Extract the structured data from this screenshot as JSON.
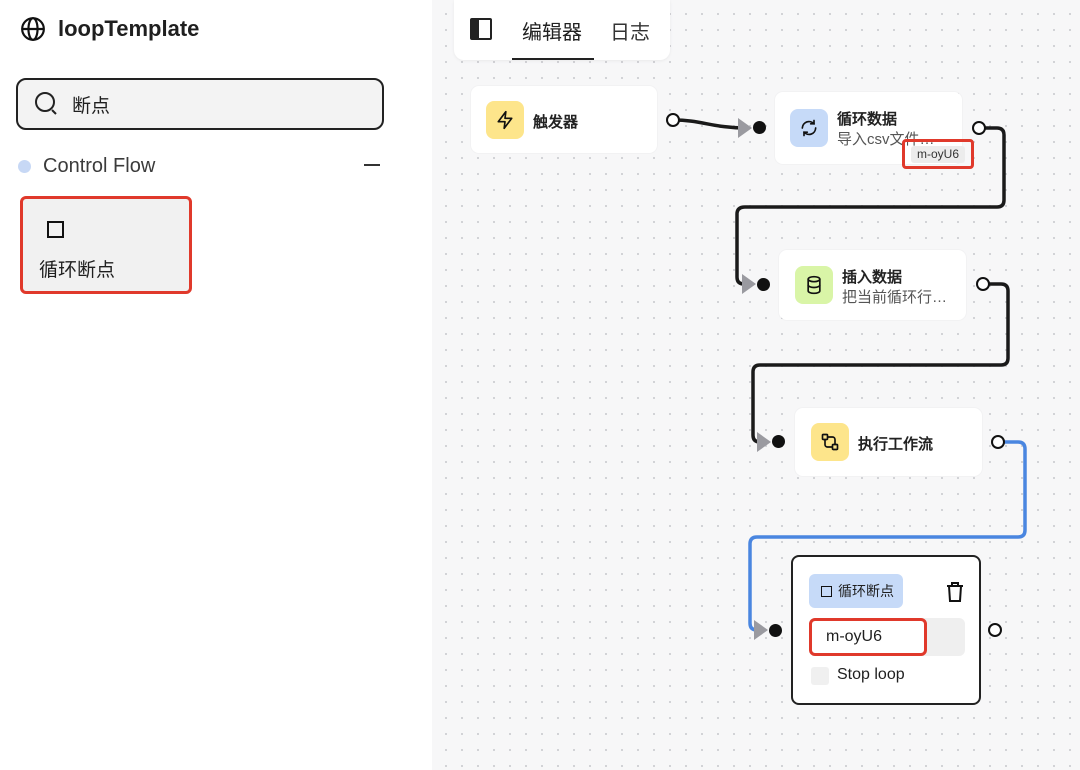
{
  "app": {
    "title": "loopTemplate",
    "logo_icon": "globe-icon"
  },
  "sidebar": {
    "search": {
      "value": "断点",
      "icon": "search-icon"
    },
    "group": {
      "label": "Control Flow",
      "collapse_icon": "minus-icon",
      "dot_color": "#c7d8f5"
    },
    "blocks": [
      {
        "label": "循环断点",
        "icon": "square-icon"
      }
    ]
  },
  "toolbar": {
    "panel_icon": "panel-left-icon",
    "tabs": [
      {
        "label": "编辑器",
        "active": true
      },
      {
        "label": "日志",
        "active": false
      }
    ]
  },
  "nodes": {
    "trigger": {
      "title": "触发器",
      "icon": "lightning-icon",
      "icon_bg": "#fde58b"
    },
    "loop_data": {
      "title": "循环数据",
      "desc": "导入csv文件…",
      "id_badge": "m-oyU6",
      "icon": "refresh-icon",
      "icon_bg": "#c6daf8"
    },
    "insert_data": {
      "title": "插入数据",
      "desc": "把当前循环行…",
      "icon": "database-icon",
      "icon_bg": "#d9f5a7"
    },
    "run_workflow": {
      "title": "执行工作流",
      "icon": "workflow-icon",
      "icon_bg": "#fde58b"
    },
    "loop_breakpoint": {
      "tag": "循环断点",
      "loop_id": "m-oyU6",
      "stop_loop_label": "Stop loop",
      "stop_loop_checked": false,
      "delete_icon": "trash-icon"
    }
  },
  "colors": {
    "highlight": "#e0392b",
    "edge": "#1a1a1a",
    "active_edge": "#4a86e0"
  }
}
